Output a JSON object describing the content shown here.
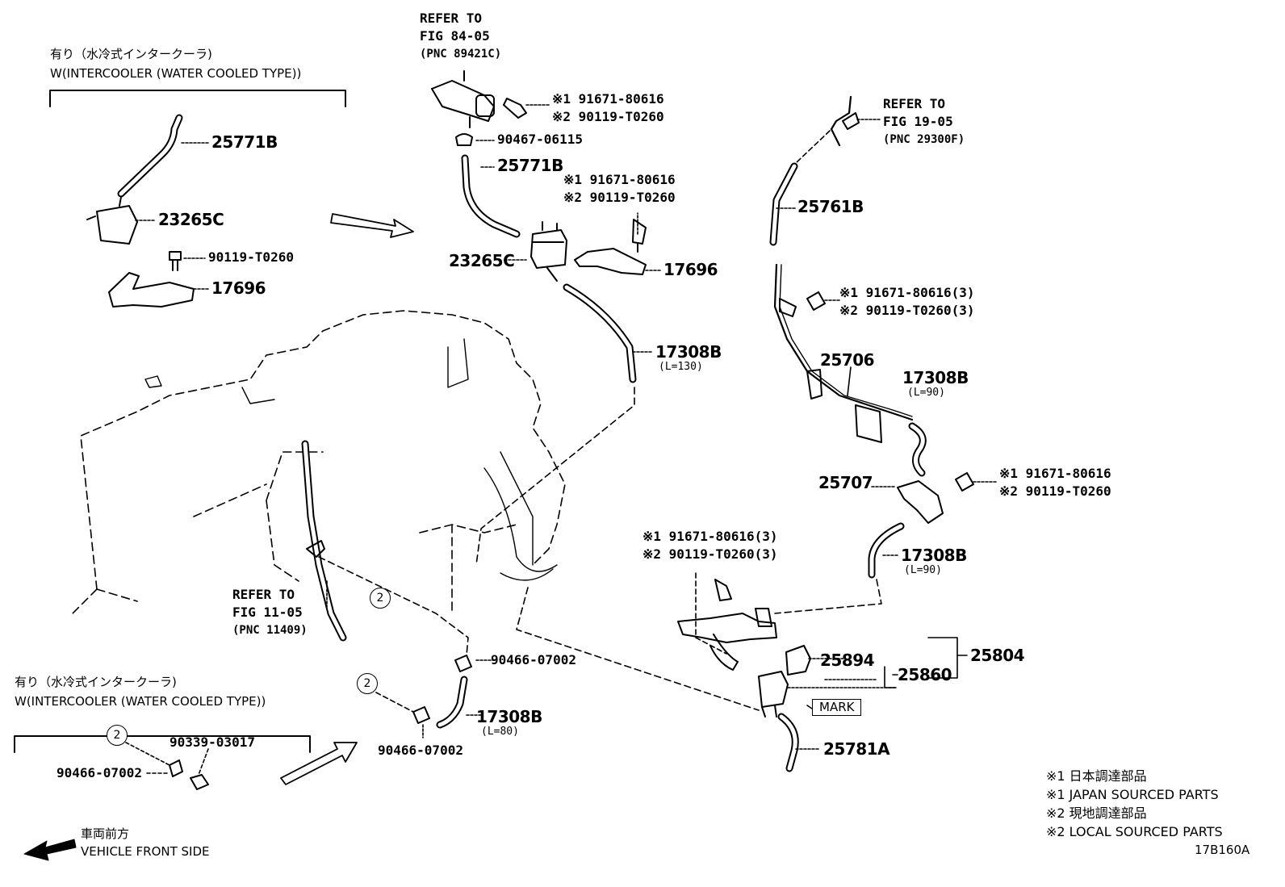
{
  "notes": {
    "intercooler_jp": "有り（水冷式インタークーラ)",
    "intercooler_en": "W(INTERCOOLER (WATER COOLED TYPE))",
    "front_jp": "車両前方",
    "front_en": "VEHICLE FRONT SIDE",
    "legend": [
      "※1 日本調達部品",
      "※1 JAPAN SOURCED PARTS",
      "※2 現地調達部品",
      "※2 LOCAL SOURCED PARTS"
    ],
    "figure_id": "17B160A",
    "mark": "MARK"
  },
  "refs": {
    "fig84": [
      "REFER TO",
      "FIG 84-05",
      "(PNC 89421C)"
    ],
    "fig19": [
      "REFER TO",
      "FIG 19-05",
      "(PNC 29300F)"
    ],
    "fig11": [
      "REFER TO",
      "FIG 11-05",
      "(PNC 11409)"
    ]
  },
  "parts": {
    "p25771B": "25771B",
    "p23265C": "23265C",
    "p17696": "17696",
    "p17308B": "17308B",
    "p25761B": "25761B",
    "p25706": "25706",
    "p25707": "25707",
    "p25894": "25894",
    "p25860": "25860",
    "p25804": "25804",
    "p25781A": "25781A",
    "pn90119": "90119-T0260",
    "pn90467": "90467-06115",
    "pn90466": "90466-07002",
    "pn90339": "90339-03017",
    "circle": "2"
  },
  "bolt_pairs": {
    "top": [
      "※1 91671-80616",
      "※2 90119-T0260"
    ],
    "mid": [
      "※1 91671-80616",
      "※2 90119-T0260"
    ],
    "right3": [
      "※1 91671-80616(3)",
      "※2 90119-T0260(3)"
    ],
    "right": [
      "※1 91671-80616",
      "※2 90119-T0260"
    ],
    "lower3": [
      "※1 91671-80616(3)",
      "※2 90119-T0260(3)"
    ]
  },
  "lengths": {
    "l130": "(L=130)",
    "l90a": "(L=90)",
    "l90b": "(L=90)",
    "l80": "(L=80)"
  }
}
